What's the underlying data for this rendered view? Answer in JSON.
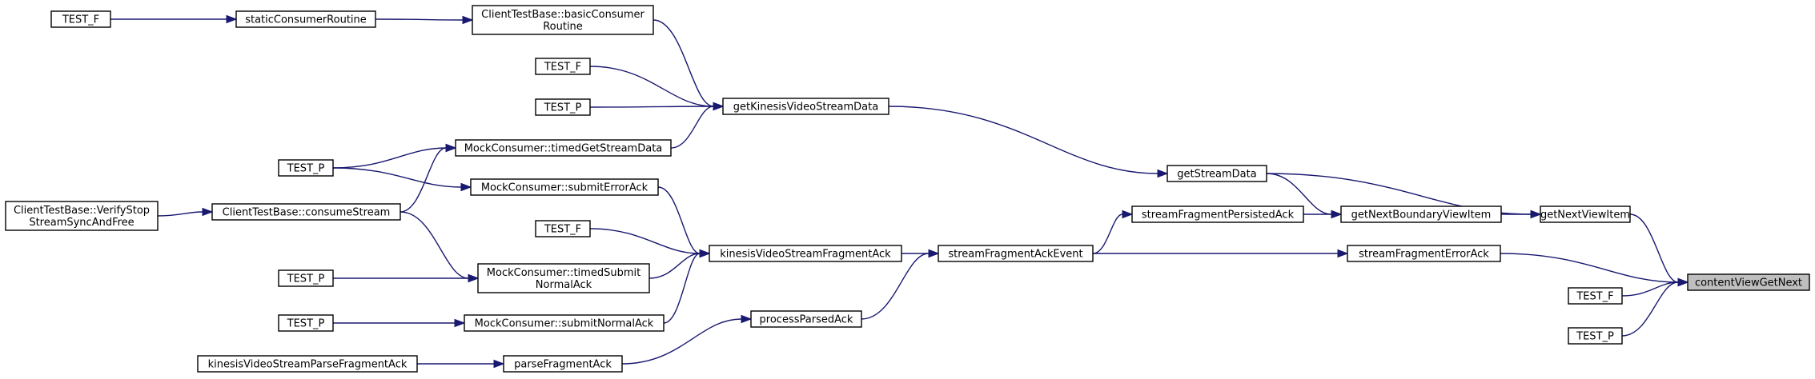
{
  "graph": {
    "edge_color": "#191970",
    "root_fill": "#bfbfbf",
    "nodes": [
      {
        "id": "root",
        "lines": [
          "contentViewGetNext"
        ],
        "root": true
      },
      {
        "id": "getNextViewItem",
        "lines": [
          "getNextViewItem"
        ]
      },
      {
        "id": "sfErrorAck",
        "lines": [
          "streamFragmentErrorAck"
        ]
      },
      {
        "id": "testF_r1",
        "lines": [
          "TEST_F"
        ]
      },
      {
        "id": "testP_r1",
        "lines": [
          "TEST_P"
        ]
      },
      {
        "id": "getNextBoundary",
        "lines": [
          "getNextBoundaryViewItem"
        ]
      },
      {
        "id": "getStreamData",
        "lines": [
          "getStreamData"
        ]
      },
      {
        "id": "sfPersistedAck",
        "lines": [
          "streamFragmentPersistedAck"
        ]
      },
      {
        "id": "sfAckEvent",
        "lines": [
          "streamFragmentAckEvent"
        ]
      },
      {
        "id": "getKvsData",
        "lines": [
          "getKinesisVideoStreamData"
        ]
      },
      {
        "id": "kvsFragAck",
        "lines": [
          "kinesisVideoStreamFragmentAck"
        ]
      },
      {
        "id": "processParsedAck",
        "lines": [
          "processParsedAck"
        ]
      },
      {
        "id": "basicConsumer",
        "lines": [
          "ClientTestBase::basicConsumer",
          "Routine"
        ]
      },
      {
        "id": "testF_a",
        "lines": [
          "TEST_F"
        ]
      },
      {
        "id": "testP_a",
        "lines": [
          "TEST_P"
        ]
      },
      {
        "id": "timedGetStream",
        "lines": [
          "MockConsumer::timedGetStreamData"
        ]
      },
      {
        "id": "submitErrorAck",
        "lines": [
          "MockConsumer::submitErrorAck"
        ]
      },
      {
        "id": "testF_b",
        "lines": [
          "TEST_F"
        ]
      },
      {
        "id": "timedSubmit",
        "lines": [
          "MockConsumer::timedSubmit",
          "NormalAck"
        ]
      },
      {
        "id": "submitNormalAck",
        "lines": [
          "MockConsumer::submitNormalAck"
        ]
      },
      {
        "id": "parseFragmentAck",
        "lines": [
          "parseFragmentAck"
        ]
      },
      {
        "id": "staticConsumer",
        "lines": [
          "staticConsumerRoutine"
        ]
      },
      {
        "id": "consumeStream",
        "lines": [
          "ClientTestBase::consumeStream"
        ]
      },
      {
        "id": "testP_c",
        "lines": [
          "TEST_P"
        ]
      },
      {
        "id": "testP_d",
        "lines": [
          "TEST_P"
        ]
      },
      {
        "id": "testP_e",
        "lines": [
          "TEST_P"
        ]
      },
      {
        "id": "kvsParseFragAck",
        "lines": [
          "kinesisVideoStreamParseFragmentAck"
        ]
      },
      {
        "id": "testF_top",
        "lines": [
          "TEST_F"
        ]
      },
      {
        "id": "verifyStop",
        "lines": [
          "ClientTestBase::VerifyStop",
          "StreamSyncAndFree"
        ]
      }
    ],
    "edges": [
      [
        "getNextViewItem",
        "root"
      ],
      [
        "sfErrorAck",
        "root"
      ],
      [
        "testF_r1",
        "root"
      ],
      [
        "testP_r1",
        "root"
      ],
      [
        "getNextBoundary",
        "getNextViewItem"
      ],
      [
        "getStreamData",
        "getNextViewItem"
      ],
      [
        "sfAckEvent",
        "sfErrorAck"
      ],
      [
        "getStreamData",
        "getNextBoundary"
      ],
      [
        "sfPersistedAck",
        "getNextBoundary"
      ],
      [
        "getKvsData",
        "getStreamData"
      ],
      [
        "sfAckEvent",
        "sfPersistedAck"
      ],
      [
        "kvsFragAck",
        "sfAckEvent"
      ],
      [
        "processParsedAck",
        "sfAckEvent"
      ],
      [
        "basicConsumer",
        "getKvsData"
      ],
      [
        "testF_a",
        "getKvsData"
      ],
      [
        "testP_a",
        "getKvsData"
      ],
      [
        "timedGetStream",
        "getKvsData"
      ],
      [
        "submitErrorAck",
        "kvsFragAck"
      ],
      [
        "testF_b",
        "kvsFragAck"
      ],
      [
        "timedSubmit",
        "kvsFragAck"
      ],
      [
        "submitNormalAck",
        "kvsFragAck"
      ],
      [
        "parseFragmentAck",
        "processParsedAck"
      ],
      [
        "staticConsumer",
        "basicConsumer"
      ],
      [
        "testP_c",
        "timedGetStream"
      ],
      [
        "consumeStream",
        "timedGetStream"
      ],
      [
        "testP_c",
        "submitErrorAck"
      ],
      [
        "consumeStream",
        "timedSubmit"
      ],
      [
        "testP_d",
        "timedSubmit"
      ],
      [
        "testP_e",
        "submitNormalAck"
      ],
      [
        "kvsParseFragAck",
        "parseFragmentAck"
      ],
      [
        "testF_top",
        "staticConsumer"
      ],
      [
        "verifyStop",
        "consumeStream"
      ]
    ]
  }
}
